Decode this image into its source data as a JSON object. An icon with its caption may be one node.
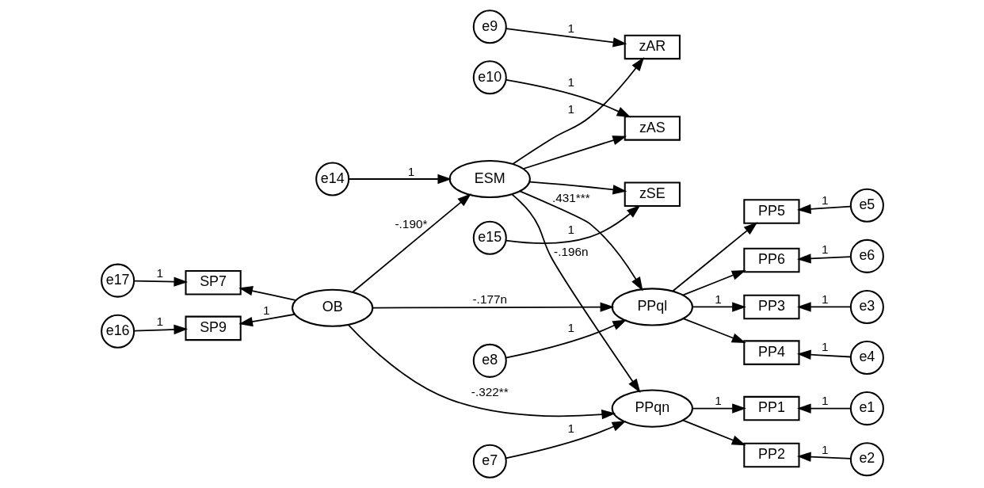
{
  "diagram": {
    "nodes": [
      {
        "text": [
          "e9"
        ]
      },
      {
        "text": [
          "e10"
        ]
      },
      {
        "text": [
          "e15"
        ]
      },
      {
        "text": [
          "zAR"
        ]
      },
      {
        "text": [
          "zAS"
        ]
      },
      {
        "text": [
          "zSE"
        ]
      },
      {
        "text": [
          "e14"
        ]
      },
      {
        "text": [
          "ESM"
        ]
      },
      {
        "text": [
          "e7"
        ]
      },
      {
        "text": [
          "PPqn"
        ]
      },
      {
        "text": [
          "PP1"
        ]
      },
      {
        "text": [
          "e1"
        ]
      },
      {
        "text": [
          "PP2"
        ]
      },
      {
        "text": [
          "e2"
        ]
      },
      {
        "text": [
          "e8"
        ]
      },
      {
        "text": [
          "PP3"
        ]
      },
      {
        "text": [
          "e3"
        ]
      },
      {
        "text": [
          "PPql"
        ]
      },
      {
        "text": [
          "PP4"
        ]
      },
      {
        "text": [
          "e4"
        ]
      },
      {
        "text": [
          "PP5"
        ]
      },
      {
        "text": [
          "e5"
        ]
      },
      {
        "text": [
          "e17"
        ]
      },
      {
        "text": [
          "SP7"
        ]
      },
      {
        "text": [
          "OB"
        ]
      },
      {
        "text": [
          "PP6"
        ]
      },
      {
        "text": [
          "e6"
        ]
      },
      {
        "text": [
          "e16"
        ]
      },
      {
        "text": [
          "SP9"
        ]
      }
    ],
    "edges": [
      {
        "from": 0,
        "to": 3,
        "arrow": "to",
        "label": "1"
      },
      {
        "from": 1,
        "to": 4,
        "arrow": "to",
        "label": "1"
      },
      {
        "from": 2,
        "to": 5,
        "arrow": "to",
        "label": "1"
      },
      {
        "from": 7,
        "to": 3,
        "arrow": "to",
        "label": "1"
      },
      {
        "from": 7,
        "to": 4,
        "arrow": "to"
      },
      {
        "from": 7,
        "to": 5,
        "arrow": "to"
      },
      {
        "from": 6,
        "to": 7,
        "arrow": "to",
        "label": "1"
      },
      {
        "from": 24,
        "to": 7,
        "arrow": "to",
        "label": "-.190*"
      },
      {
        "from": 7,
        "to": 9,
        "arrow": "to",
        "label": "-.196n"
      },
      {
        "from": 7,
        "to": 17,
        "arrow": "to",
        "label": ".431***"
      },
      {
        "from": 24,
        "to": 9,
        "arrow": "to",
        "label": "-.322**"
      },
      {
        "from": 24,
        "to": 17,
        "arrow": "to",
        "label": "-.177n"
      },
      {
        "from": 8,
        "to": 9,
        "arrow": "to",
        "label": "1"
      },
      {
        "from": 9,
        "to": 10,
        "arrow": "to",
        "label": "1"
      },
      {
        "from": 9,
        "to": 12,
        "arrow": "to"
      },
      {
        "from": 11,
        "to": 10,
        "arrow": "to",
        "label": "1"
      },
      {
        "from": 13,
        "to": 12,
        "arrow": "to",
        "label": "1"
      },
      {
        "from": 14,
        "to": 17,
        "arrow": "to",
        "label": "1"
      },
      {
        "from": 17,
        "to": 15,
        "arrow": "to",
        "label": "1"
      },
      {
        "from": 17,
        "to": 18,
        "arrow": "to"
      },
      {
        "from": 17,
        "to": 20,
        "arrow": "to"
      },
      {
        "from": 17,
        "to": 25,
        "arrow": "to"
      },
      {
        "from": 16,
        "to": 15,
        "arrow": "to",
        "label": "1"
      },
      {
        "from": 19,
        "to": 18,
        "arrow": "to",
        "label": "1"
      },
      {
        "from": 21,
        "to": 20,
        "arrow": "to",
        "label": "1"
      },
      {
        "from": 26,
        "to": 25,
        "arrow": "to",
        "label": "1"
      },
      {
        "from": 22,
        "to": 23,
        "arrow": "to",
        "label": "1"
      },
      {
        "from": 27,
        "to": 28,
        "arrow": "to",
        "label": "1"
      },
      {
        "from": 24,
        "to": 23,
        "arrow": "to"
      },
      {
        "from": 24,
        "to": 28,
        "arrow": "to",
        "label": "1"
      }
    ]
  }
}
